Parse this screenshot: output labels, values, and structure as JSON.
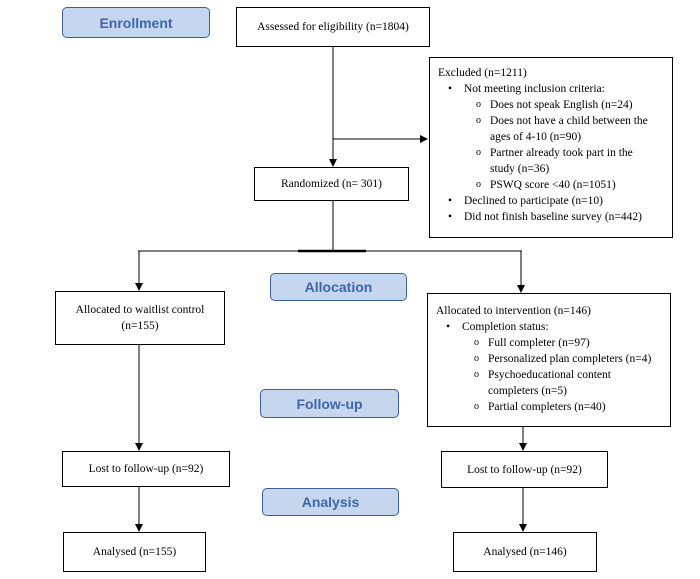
{
  "stages": {
    "enrollment": "Enrollment",
    "allocation": "Allocation",
    "followup": "Follow-up",
    "analysis": "Analysis"
  },
  "boxes": {
    "assessed": "Assessed for eligibility (n=1804)",
    "randomized": "Randomized (n= 301)",
    "excluded": {
      "title": "Excluded (n=1211)",
      "criteria": "Not meeting inclusion criteria:",
      "sub": [
        "Does not speak English (n=24)",
        "Does not have a child between the",
        "ages of 4-10 (n=90)",
        "Partner already took part in the",
        "study (n=36)",
        "PSWQ score <40 (n=1051)"
      ],
      "declined": "Declined to participate (n=10)",
      "baseline": "Did not finish baseline survey (n=442)"
    },
    "waitlist": {
      "line1": "Allocated to waitlist control",
      "line2": "(n=155)"
    },
    "intervention": {
      "title": "Allocated to intervention (n=146)",
      "status": "Completion status:",
      "items": [
        "Full completer (n=97)",
        "Personalized plan completers (n=4)",
        "Psychoeducational content",
        "completers (n=5)",
        "Partial completers (n=40)"
      ]
    },
    "lost_left": "Lost to follow-up (n=92)",
    "lost_right": "Lost to follow-up (n=92)",
    "analysed_left": "Analysed (n=155)",
    "analysed_right": "Analysed (n=146)"
  }
}
